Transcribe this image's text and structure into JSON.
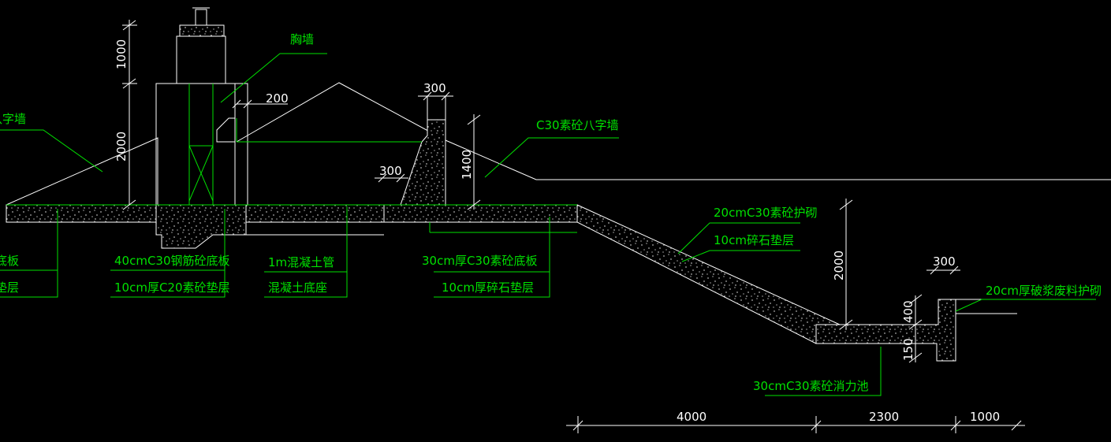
{
  "colors": {
    "background": "#000000",
    "annotation": "#00e000",
    "outline": "#ffffff"
  },
  "labels": {
    "wing_wall_left": "八字墙",
    "breast_wall": "胸墙",
    "c30_wing_wall": "C30素砼八字墙",
    "slope_protection": "20cmC30素砼护砌",
    "gravel_cushion": "10cm碎石垫层",
    "base_plate_left": "底板",
    "cushion_left": "垫层",
    "rc_base_plate": "40cmC30钢筋砼底板",
    "c20_cushion": "10cm厚C20素砼垫层",
    "pipe": "1m混凝土管",
    "pipe_seat": "混凝土底座",
    "c30_base_plate": "30cm厚C30素砼底板",
    "gravel_10cm": "10cm厚碎石垫层",
    "stilling_basin": "30cmC30素砼消力池",
    "rubble_protection": "20cm厚破浆废料护砌"
  },
  "dimensions": {
    "d1000_top": "1000",
    "d2000_left": "2000",
    "d200": "200",
    "d300_top": "300",
    "d300_mid": "300",
    "d1400": "1400",
    "d2000_right": "2000",
    "d300_right": "300",
    "d400": "400",
    "d150": "150",
    "d4000": "4000",
    "d2300": "2300",
    "d1000_bottom": "1000"
  }
}
